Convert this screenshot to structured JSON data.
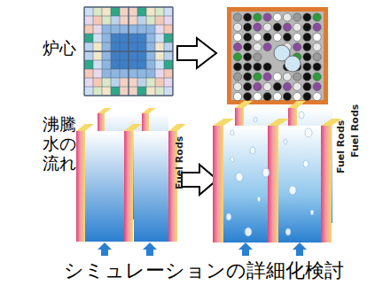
{
  "diagram": {
    "caption": "シミュレーションの詳細化検討",
    "labels": [
      "炉心",
      "沸騰水の流れ",
      "Fuel Rods",
      "Fuel Rods",
      "Fuel Rods"
    ]
  }
}
